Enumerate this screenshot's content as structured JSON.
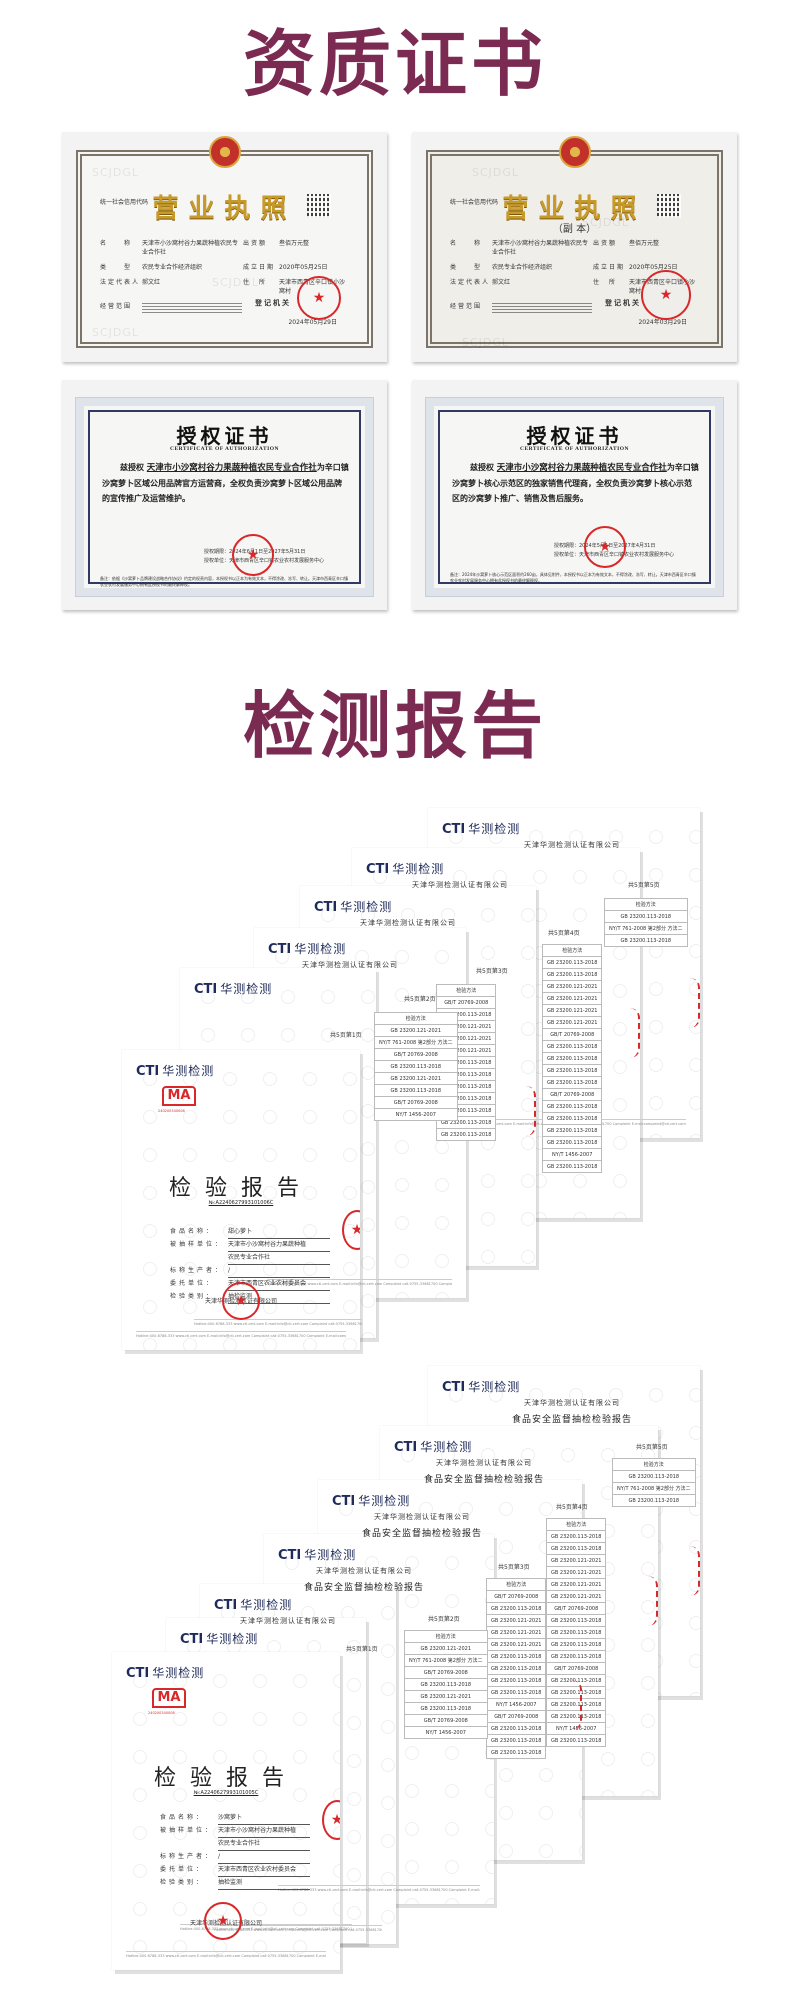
{
  "sections": {
    "certificates_title": "资质证书",
    "reports_title": "检测报告"
  },
  "colors": {
    "heading": "#7b2a52",
    "seal_red": "#d8282a",
    "cti_navy": "#1f2b5a",
    "cti_green": "#8bc34a"
  },
  "licenses": [
    {
      "title": "营业执照",
      "subtitle": "",
      "code_label": "统一社会信用代码",
      "rows": [
        {
          "k": "名　　称",
          "v": "天津市小沙窝村谷力果蔬种植农民专业合作社",
          "k2": "出资额",
          "v2": "叁佰万元整"
        },
        {
          "k": "类　　型",
          "v": "农民专业合作经济组织",
          "k2": "成立日期",
          "v2": "2020年05月25日"
        },
        {
          "k": "法定代表人",
          "v": "郝文红",
          "k2": "住　所",
          "v2": "天津市西青区辛口镇小沙窝村"
        },
        {
          "k": "经营范围",
          "v": ""
        }
      ],
      "issuer": "登记机关",
      "date": "2024年05月29日",
      "watermark": "SCJDGL"
    },
    {
      "title": "营业执照",
      "subtitle": "（副 本）",
      "code_label": "统一社会信用代码",
      "rows": [
        {
          "k": "名　　称",
          "v": "天津市小沙窝村谷力果蔬种植农民专业合作社",
          "k2": "出资额",
          "v2": "叁佰万元整"
        },
        {
          "k": "类　　型",
          "v": "农民专业合作经济组织",
          "k2": "成立日期",
          "v2": "2020年05月25日"
        },
        {
          "k": "法定代表人",
          "v": "郝文红",
          "k2": "住　所",
          "v2": "天津市西青区辛口镇小沙窝村"
        },
        {
          "k": "经营范围",
          "v": ""
        }
      ],
      "issuer": "登记机关",
      "date": "2024年03月29日",
      "watermark": "SCJDGL"
    }
  ],
  "authorizations": [
    {
      "title": "授权证书",
      "title_en": "CERTIFICATE OF AUTHORIZATION",
      "prefix": "兹授权",
      "org": "天津市小沙窝村谷力果蔬种植农民专业合作社",
      "body": "为辛口镇沙窝萝卜区域公用品牌官方运营商，全权负责沙窝萝卜区域公用品牌的宣传推广及运营维护。",
      "period": "授权期限：2024年6月1日至2027年5月31日",
      "unit": "授权单位：天津市西青区辛口镇农业农村发展服务中心",
      "note": "备注：依据《沙窝萝卜品牌建设战略合作协议》约定的权责内容，本授权书以正本为有效文本，不得涂改、冻写、转让。天津市西青区辛口镇农业农村发展服务中心拥有此授权书的最终解释权。"
    },
    {
      "title": "授权证书",
      "title_en": "CERTIFICATE OF AUTHORIZATION",
      "prefix": "兹授权",
      "org": "天津市小沙窝村谷力果蔬种植农民专业合作社",
      "body": "为辛口镇沙窝萝卜核心示范区的独家销售代理商，全权负责沙窝萝卜核心示范区的沙窝萝卜推广、销售及售后服务。",
      "period": "授权期限：2024年5月1日至2027年4月31日",
      "unit": "授权单位：天津市西青区辛口镇农业农村发展服务中心",
      "note": "备注：2024年沙窝萝卜核心示范区面积约260亩，具体见附件，本授权书以正本为有效文本，不得涂改、冻写、转让。天津市西青区辛口镇农业农村发展服务中心拥有此授权书的最终解释权。"
    }
  ],
  "report_stacks": [
    {
      "logo": {
        "cti": "CTI",
        "cn": "华测检测"
      },
      "company": "天津华测检测认证有限公司",
      "subtitle": "",
      "page_labels": [
        "共5页第1页",
        "共5页第2页",
        "共5页第3页",
        "共5页第4页",
        "共5页第5页"
      ],
      "methods_header": "检验方法",
      "methods": [
        "GB 23200.113-2018",
        "GB 23200.113-2018",
        "GB 23200.121-2021",
        "GB 23200.121-2021",
        "GB 23200.121-2021",
        "GB 23200.121-2021",
        "GB/T 20769-2008",
        "GB 23200.113-2018",
        "GB 23200.113-2018",
        "GB 23200.113-2018",
        "GB 23200.113-2018",
        "GB/T 20769-2008",
        "GB 23200.113-2018",
        "GB 23200.113-2018",
        "GB 23200.113-2018",
        "GB 23200.113-2018",
        "NY/T 1456-2007",
        "GB 23200.113-2018"
      ],
      "last_page_methods": [
        "GB 23200.113-2018",
        "NY/T 761-2008 第2部分 方法二",
        "GB 23200.113-2018"
      ],
      "front": {
        "ma": "MA",
        "ma_no": "240200340008",
        "title": "检验报告",
        "no": "№:A2240627993101006C",
        "fields": [
          {
            "k": "食品名称：",
            "v": "甜心萝卜"
          },
          {
            "k": "被抽样单位：",
            "v": "天津市小沙窝村谷力果蔬种植"
          },
          {
            "k": "",
            "v": "农民专业合作社"
          },
          {
            "k": "标称生产者：",
            "v": "/"
          },
          {
            "k": "委托单位：",
            "v": "天津市西青区农业农村委员会"
          },
          {
            "k": "检验类别：",
            "v": "抽检监测"
          }
        ],
        "company": "天津华测检测认证有限公司",
        "footer": "Hotline:400-6788-333   www.cti-cert.com   E-mail:info@cti-cert.com   Complaint call:0755-33681700   Complaint E-mail:complaint@cti-cert.com"
      }
    },
    {
      "logo": {
        "cti": "CTI",
        "cn": "华测检测"
      },
      "company": "天津华测检测认证有限公司",
      "subtitle": "食品安全监督抽检检验报告",
      "page_labels": [
        "共5页第1页",
        "共5页第2页",
        "共5页第3页",
        "共5页第4页",
        "共5页第5页"
      ],
      "methods_header": "检验方法",
      "methods": [
        "GB 23200.113-2018",
        "GB 23200.113-2018",
        "GB 23200.121-2021",
        "GB 23200.121-2021",
        "GB 23200.121-2021",
        "GB 23200.121-2021",
        "GB/T 20769-2008",
        "GB 23200.113-2018",
        "GB 23200.113-2018",
        "GB 23200.113-2018",
        "GB 23200.113-2018",
        "GB/T 20769-2008",
        "GB 23200.113-2018",
        "GB 23200.113-2018",
        "GB 23200.113-2018",
        "GB 23200.113-2018",
        "NY/T 1456-2007",
        "GB 23200.113-2018"
      ],
      "last_page_methods": [
        "GB 23200.113-2018",
        "NY/T 761-2008 第2部分 方法二",
        "GB 23200.113-2018"
      ],
      "front": {
        "ma": "MA",
        "ma_no": "240200340008",
        "title": "检验报告",
        "no": "№:A2240627993101005C",
        "fields": [
          {
            "k": "食品名称：",
            "v": "沙窝萝卜"
          },
          {
            "k": "被抽样单位：",
            "v": "天津市小沙窝村谷力果蔬种植"
          },
          {
            "k": "",
            "v": "农民专业合作社"
          },
          {
            "k": "标称生产者：",
            "v": "/"
          },
          {
            "k": "委托单位：",
            "v": "天津市西青区农业农村委员会"
          },
          {
            "k": "检验类别：",
            "v": "抽检监测"
          }
        ],
        "company": "天津华测检测认证有限公司",
        "footer": "Hotline:400-6788-333   www.cti-cert.com   E-mail:info@cti-cert.com   Complaint call:0755-33681700   Complaint E-mail:complaint@cti-cert.com"
      }
    }
  ]
}
